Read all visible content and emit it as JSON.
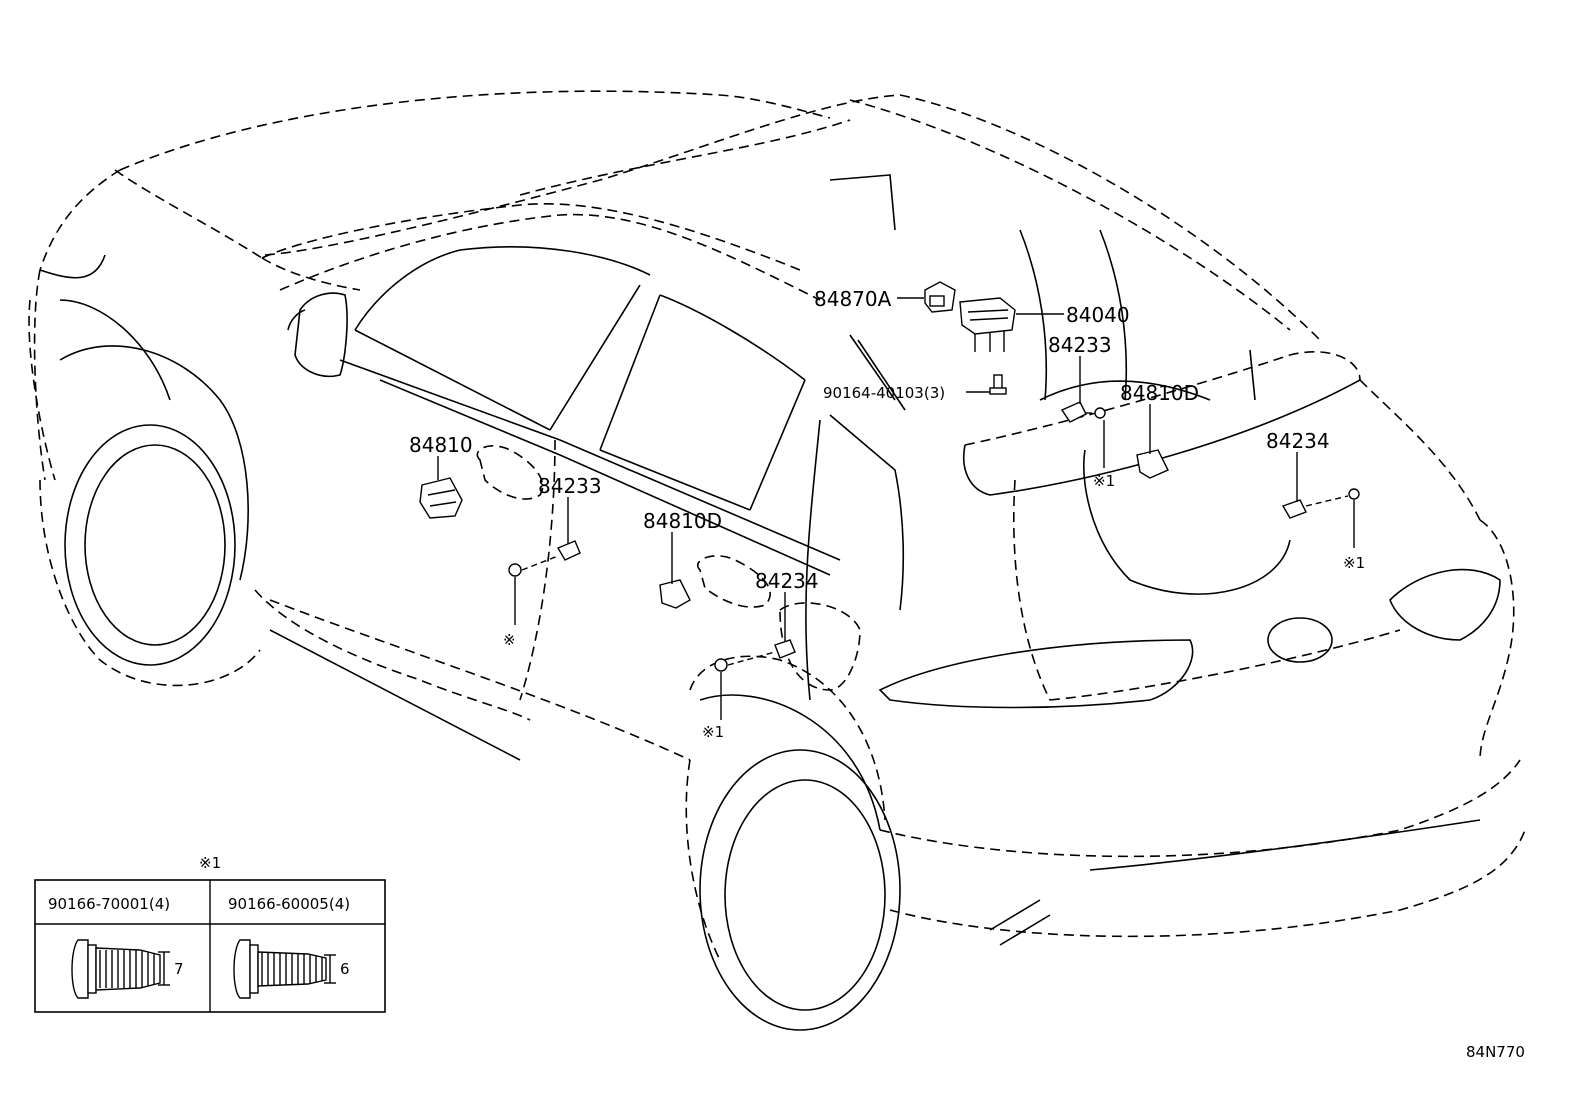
{
  "callouts": {
    "p84870A": "84870A",
    "p84040": "84040",
    "p84233_rear": "84233",
    "p90164": "90164-40103(3)",
    "p84810D_rear": "84810D",
    "p84234_rear": "84234",
    "p84810": "84810",
    "p84233_front": "84233",
    "p84810D_side": "84810D",
    "p84234_side": "84234",
    "mark_rear": "※1",
    "mark_tail": "※1",
    "mark_front": "※",
    "mark_side": "※1"
  },
  "legend": {
    "header_mark": "※1",
    "columns": [
      {
        "part_no": "90166-70001(4)",
        "dim": "7"
      },
      {
        "part_no": "90166-60005(4)",
        "dim": "6"
      }
    ]
  },
  "diagram_code": "84N770"
}
